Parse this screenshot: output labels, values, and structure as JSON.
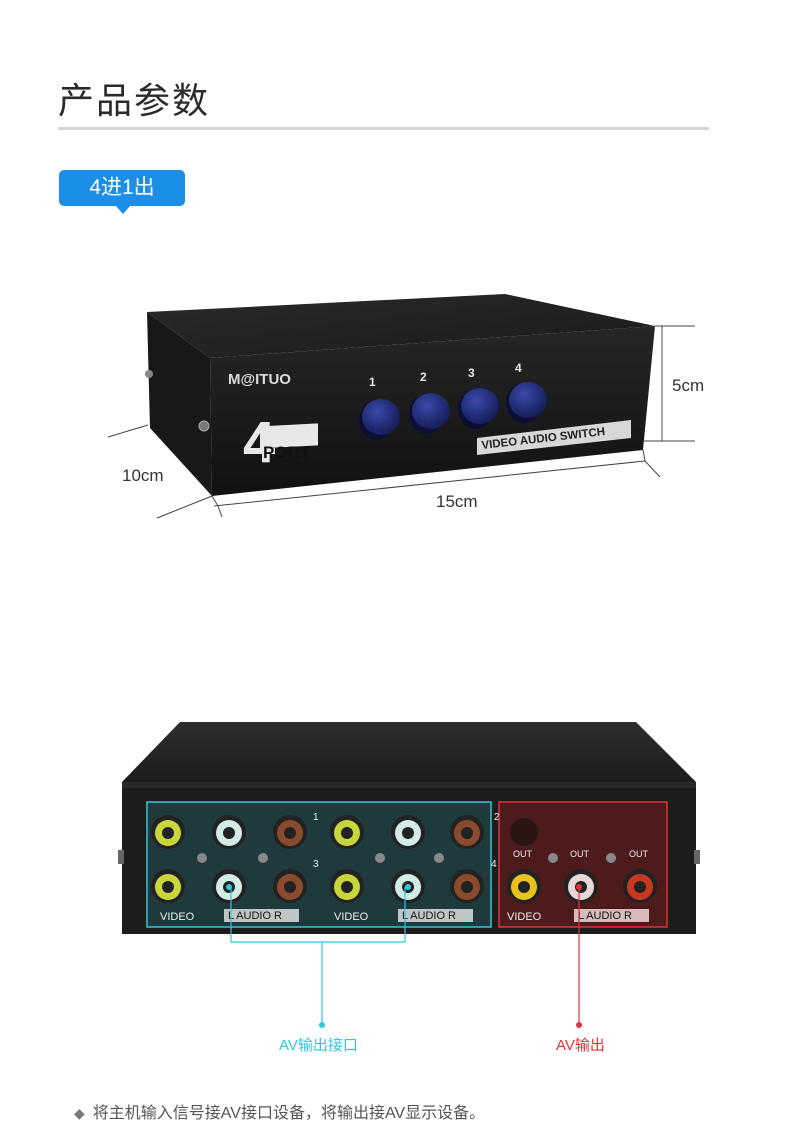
{
  "header": {
    "title": "产品参数"
  },
  "badge": {
    "label": "4进1出"
  },
  "top_view": {
    "brand": "M@ITUO",
    "port_number": "4",
    "port_word": "PORT",
    "button_labels": [
      "1",
      "2",
      "3",
      "4"
    ],
    "switch_label": "VIDEO AUDIO SWITCH",
    "dimensions": {
      "height": "5cm",
      "depth": "10cm",
      "width": "15cm"
    }
  },
  "rear_view": {
    "input_group_labels": {
      "video": "VIDEO",
      "audio": "L   AUDIO   R"
    },
    "input_markers": [
      "1",
      "2",
      "3",
      "4"
    ],
    "output_jack_label": "OUT",
    "output_group_labels": {
      "video": "VIDEO",
      "audio": "L   AUDIO   R"
    }
  },
  "callouts": {
    "input_label": "AV输出接口",
    "output_label": "AV输出",
    "input_color": "#33c6dd",
    "output_color": "#e2323a"
  },
  "footer": {
    "note": "将主机输入信号接AV接口设备，将输出接AV显示设备。"
  }
}
